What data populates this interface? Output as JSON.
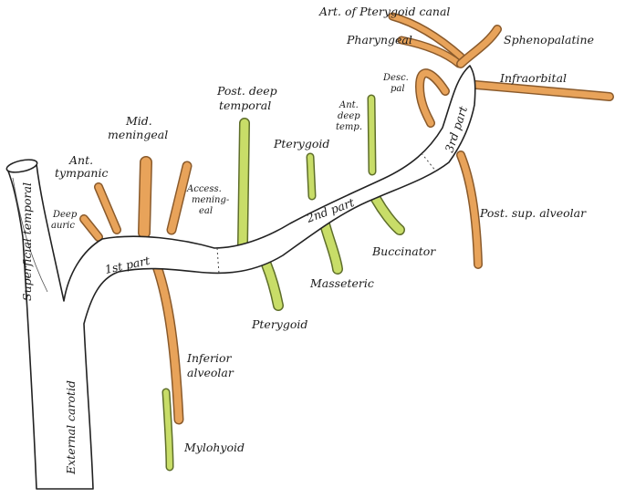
{
  "colors": {
    "artery_fill": "#ffffff",
    "outline": "#222222",
    "orange_branch": "#e8a35a",
    "green_branch": "#c8dd68"
  },
  "labels": {
    "superficial_temporal": "Superficial temporal",
    "external_carotid": "External carotid",
    "deep_auric": "Deep auric",
    "ant_tympanic": "Ant. tympanic",
    "mid_meningeal": "Mid. meningeal",
    "access_meningeal": "Access. mening- eal",
    "post_deep_temporal": "Post. deep temporal",
    "first_part": "1st part",
    "second_part": "2nd part",
    "third_part": "3rd part",
    "pterygoid_upper": "Pterygoid",
    "pterygoid_lower": "Pterygoid",
    "masseteric": "Masseteric",
    "buccinator": "Buccinator",
    "ant_deep_temp": "Ant. deep temp.",
    "desc_pal": "Desc. pal",
    "art_pterygoid_canal": "Art. of Pterygoid canal",
    "pharyngeal": "Pharyngeal",
    "sphenopalatine": "Sphenopalatine",
    "infraorbital": "Infraorbital",
    "post_sup_alveolar": "Post. sup. alveolar",
    "inferior_alveolar": "Inferior alveolar",
    "mylohyoid": "Mylohyoid"
  }
}
